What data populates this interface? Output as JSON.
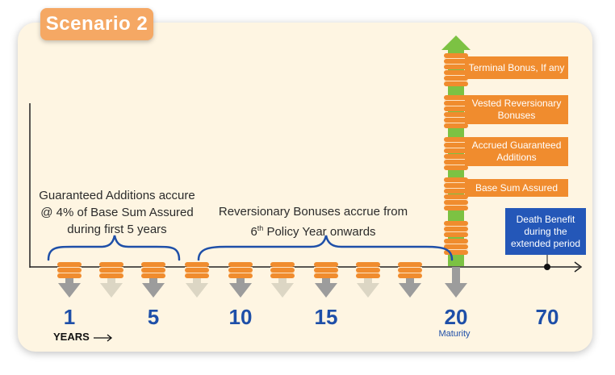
{
  "scenario_badge": "Scenario 2",
  "notes": {
    "guaranteed_additions": [
      "Guaranteed Additions accure",
      "@ 4% of Base Sum Assured",
      "during first 5 years"
    ],
    "reversionary_prefix": "Reversionary Bonuses accrue from",
    "reversionary_year": "6",
    "reversionary_sup": "th",
    "reversionary_suffix": " Policy Year onwards"
  },
  "maturity_stack_labels": {
    "terminal": "Terminal Bonus, If any",
    "vested": "Vested Reversionary Bonuses",
    "accrued": "Accrued Guaranteed Additions",
    "base": "Base Sum Assured"
  },
  "death_benefit": "Death Benefit during the extended period",
  "years": {
    "y1": "1",
    "y5": "5",
    "y10": "10",
    "y15": "15",
    "y20": "20",
    "y70": "70"
  },
  "maturity_label": "Maturity",
  "years_label": "YEARS",
  "colors": {
    "badge": "#f5a864",
    "card": "#fef5e2",
    "coin_orange": "#f08c2e",
    "arrow_dark": "#9c9c9c",
    "arrow_light": "#dcd6c4",
    "stack_green": "#7cc243",
    "bracket_blue": "#1e4fa8",
    "death_box": "#2457b8"
  },
  "icons": [
    "coin-stack-icon",
    "down-arrow-icon",
    "up-arrow-icon",
    "timeline-arrow-icon"
  ]
}
